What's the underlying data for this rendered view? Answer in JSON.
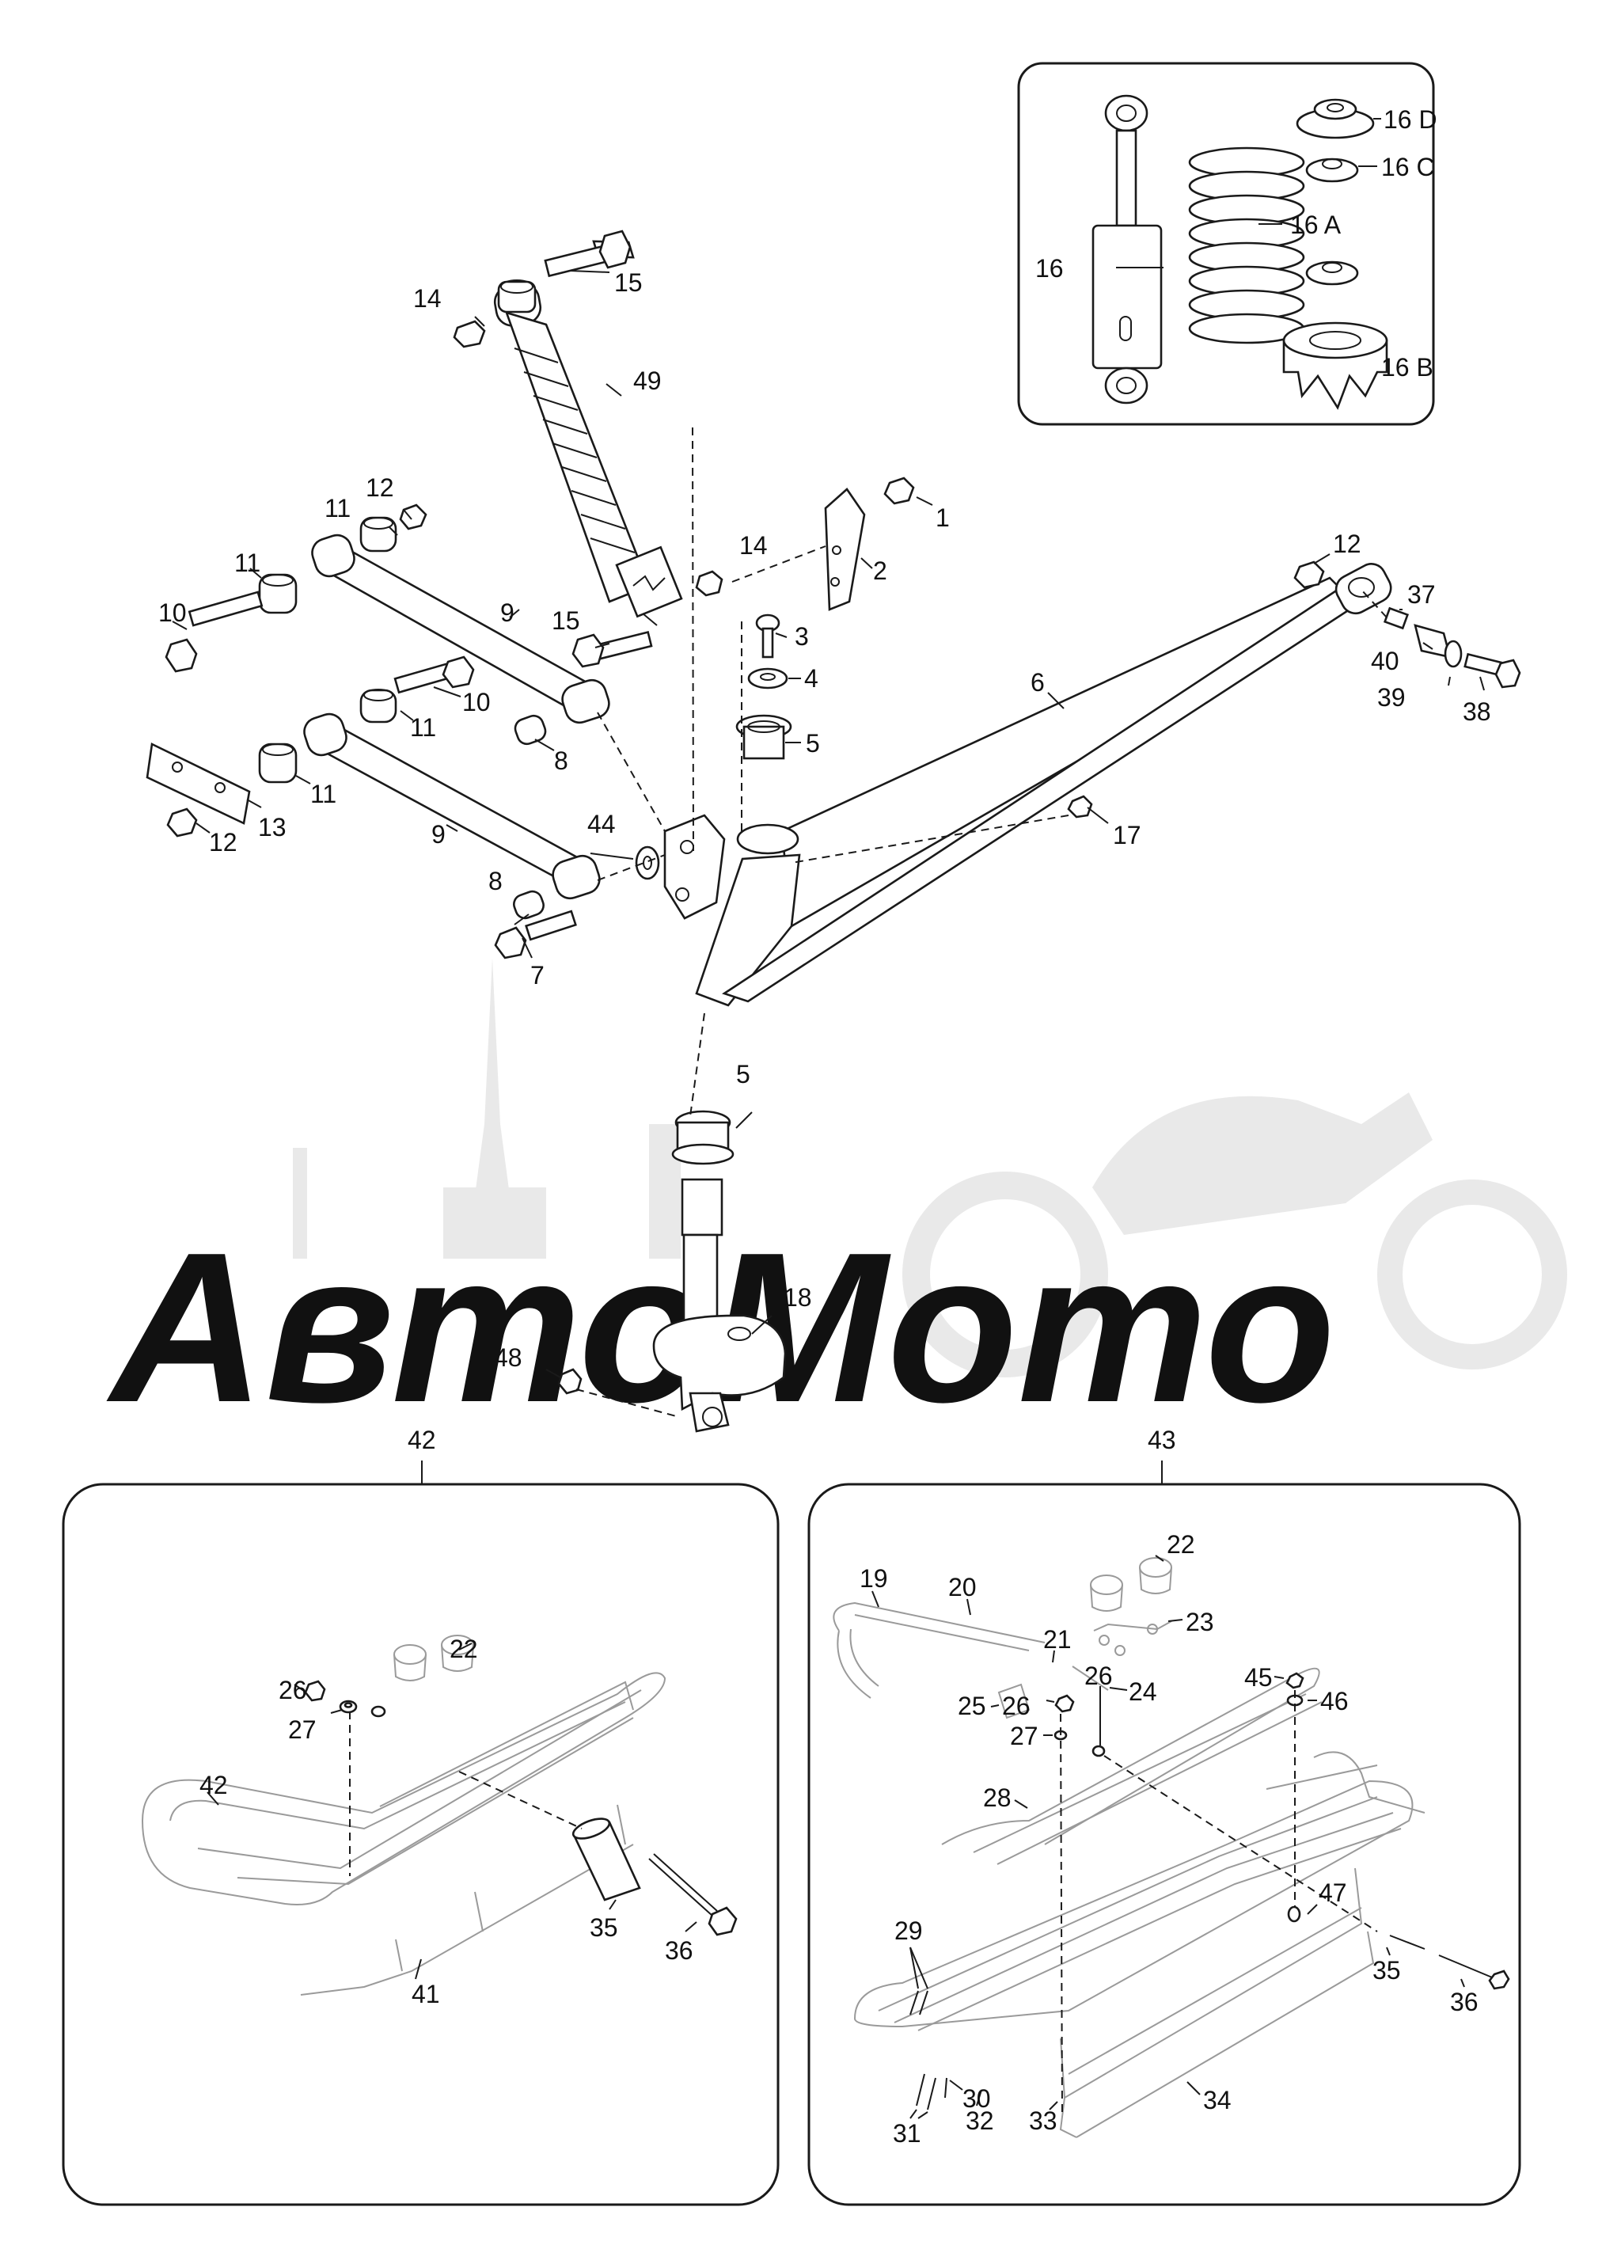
{
  "watermark": {
    "text": "АвтоМото"
  },
  "inset": {
    "labels": {
      "shock": "16",
      "spring": "16 A",
      "base": "16 B",
      "seat_lower": "16 C",
      "seat_upper": "16 D"
    }
  },
  "callouts": {
    "c1": "1",
    "c2": "2",
    "c3": "3",
    "c4": "4",
    "c5a": "5",
    "c5b": "5",
    "c6": "6",
    "c7": "7",
    "c8a": "8",
    "c8b": "8",
    "c9a": "9",
    "c9b": "9",
    "c10a": "10",
    "c10b": "10",
    "c11a": "11",
    "c11b": "11",
    "c11c": "11",
    "c11d": "11",
    "c12a": "12",
    "c12b": "12",
    "c12c": "12",
    "c13": "13",
    "c14a": "14",
    "c14b": "14",
    "c15a": "15",
    "c15b": "15",
    "c17": "17",
    "c18": "18",
    "c37": "37",
    "c38": "38",
    "c39": "39",
    "c40": "40",
    "c44": "44",
    "c48": "48",
    "c49": "49"
  },
  "panel_left": {
    "header": "42",
    "callouts": {
      "c22": "22",
      "c26": "26",
      "c27": "27",
      "c42": "42",
      "c35": "35",
      "c36": "36",
      "c41": "41"
    }
  },
  "panel_right": {
    "header": "43",
    "callouts": {
      "c19": "19",
      "c20": "20",
      "c21": "21",
      "c22": "22",
      "c23": "23",
      "c24": "24",
      "c25": "25",
      "c26a": "26",
      "c26b": "26",
      "c27": "27",
      "c28": "28",
      "c29": "29",
      "c30": "30",
      "c31": "31",
      "c32": "32",
      "c33": "33",
      "c34": "34",
      "c35": "35",
      "c36": "36",
      "c45": "45",
      "c46": "46",
      "c47": "47"
    }
  }
}
